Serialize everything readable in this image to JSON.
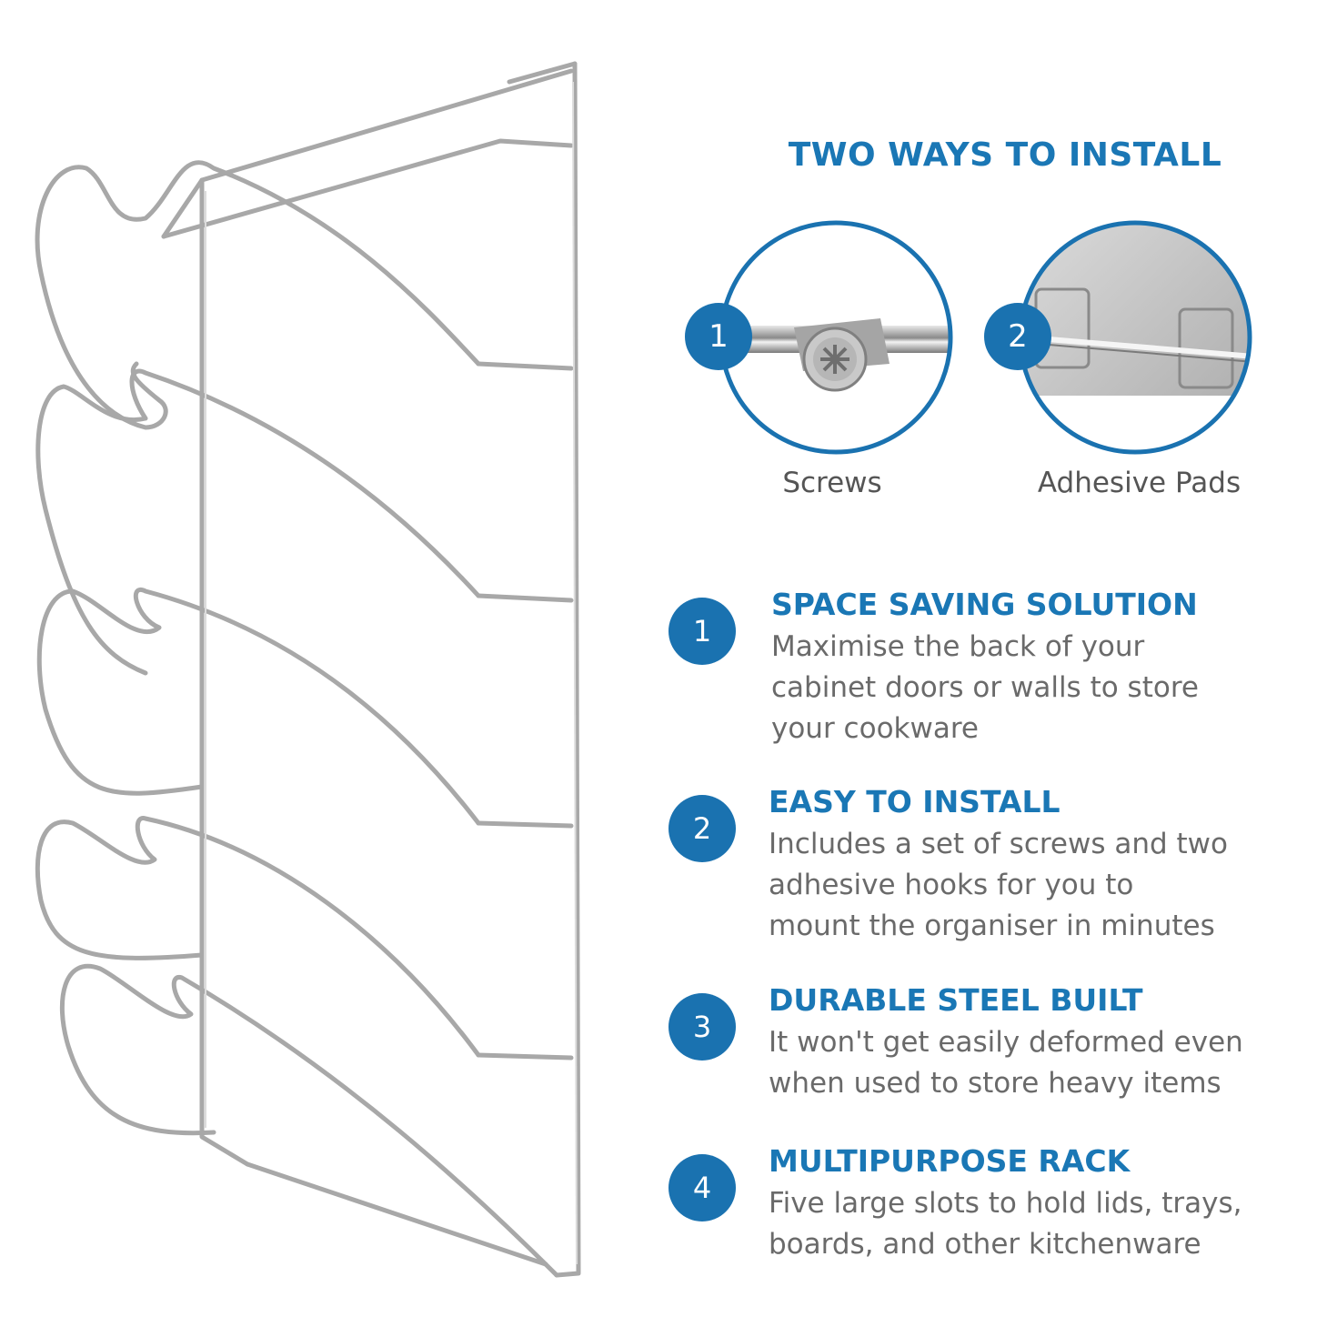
{
  "install": {
    "title": "TWO WAYS TO INSTALL",
    "methods": [
      {
        "number": "1",
        "label": "Screws",
        "icon": "screw-closeup-photo"
      },
      {
        "number": "2",
        "label": "Adhesive Pads",
        "icon": "adhesive-pad-closeup-photo"
      }
    ]
  },
  "features": [
    {
      "number": "1",
      "title": "SPACE SAVING SOLUTION",
      "lines": [
        "Maximise the back of your",
        "cabinet doors or walls to store",
        "your cookware"
      ]
    },
    {
      "number": "2",
      "title": "EASY TO INSTALL",
      "lines": [
        "Includes a set of screws and two",
        "adhesive hooks for you to",
        "mount the organiser in minutes"
      ]
    },
    {
      "number": "3",
      "title": "DURABLE STEEL BUILT",
      "lines": [
        "It won't get easily deformed even",
        "when used to store heavy items"
      ]
    },
    {
      "number": "4",
      "title": "MULTIPURPOSE RACK",
      "lines": [
        "Five large slots to hold lids, trays,",
        "boards, and other kitchenware"
      ]
    }
  ],
  "colors": {
    "accent": "#1a72b0",
    "heading": "#1a77b5",
    "text": "#6a6a6a",
    "wire": "#9a9a9a"
  }
}
